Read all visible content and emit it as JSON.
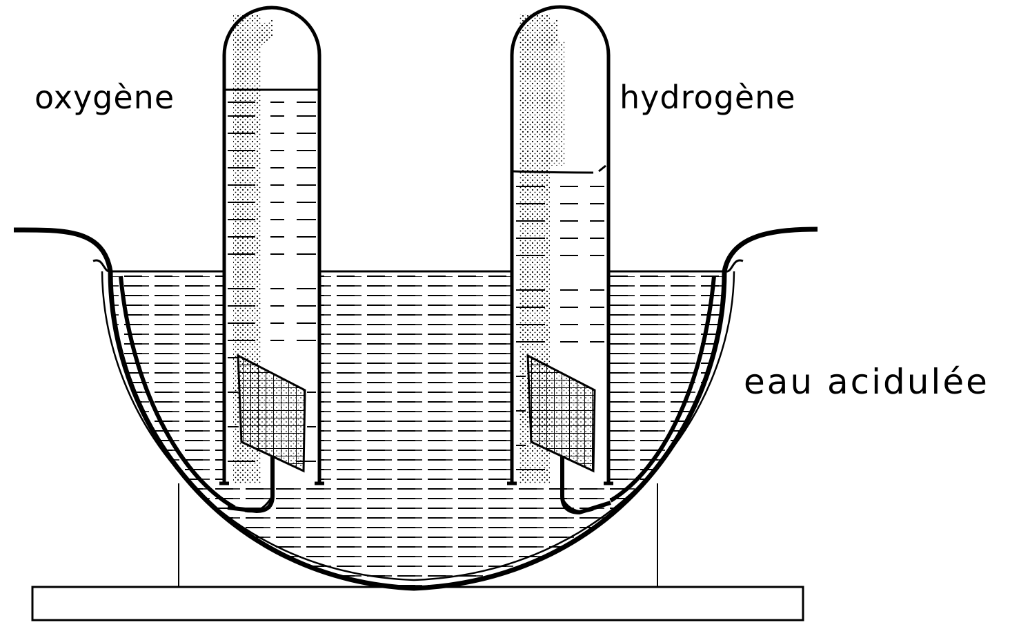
{
  "labels": {
    "oxygen": "oxygène",
    "hydrogen": "hydrogène",
    "water": "eau acidulée"
  },
  "colors": {
    "ink": "#000000",
    "paper": "#ffffff"
  }
}
